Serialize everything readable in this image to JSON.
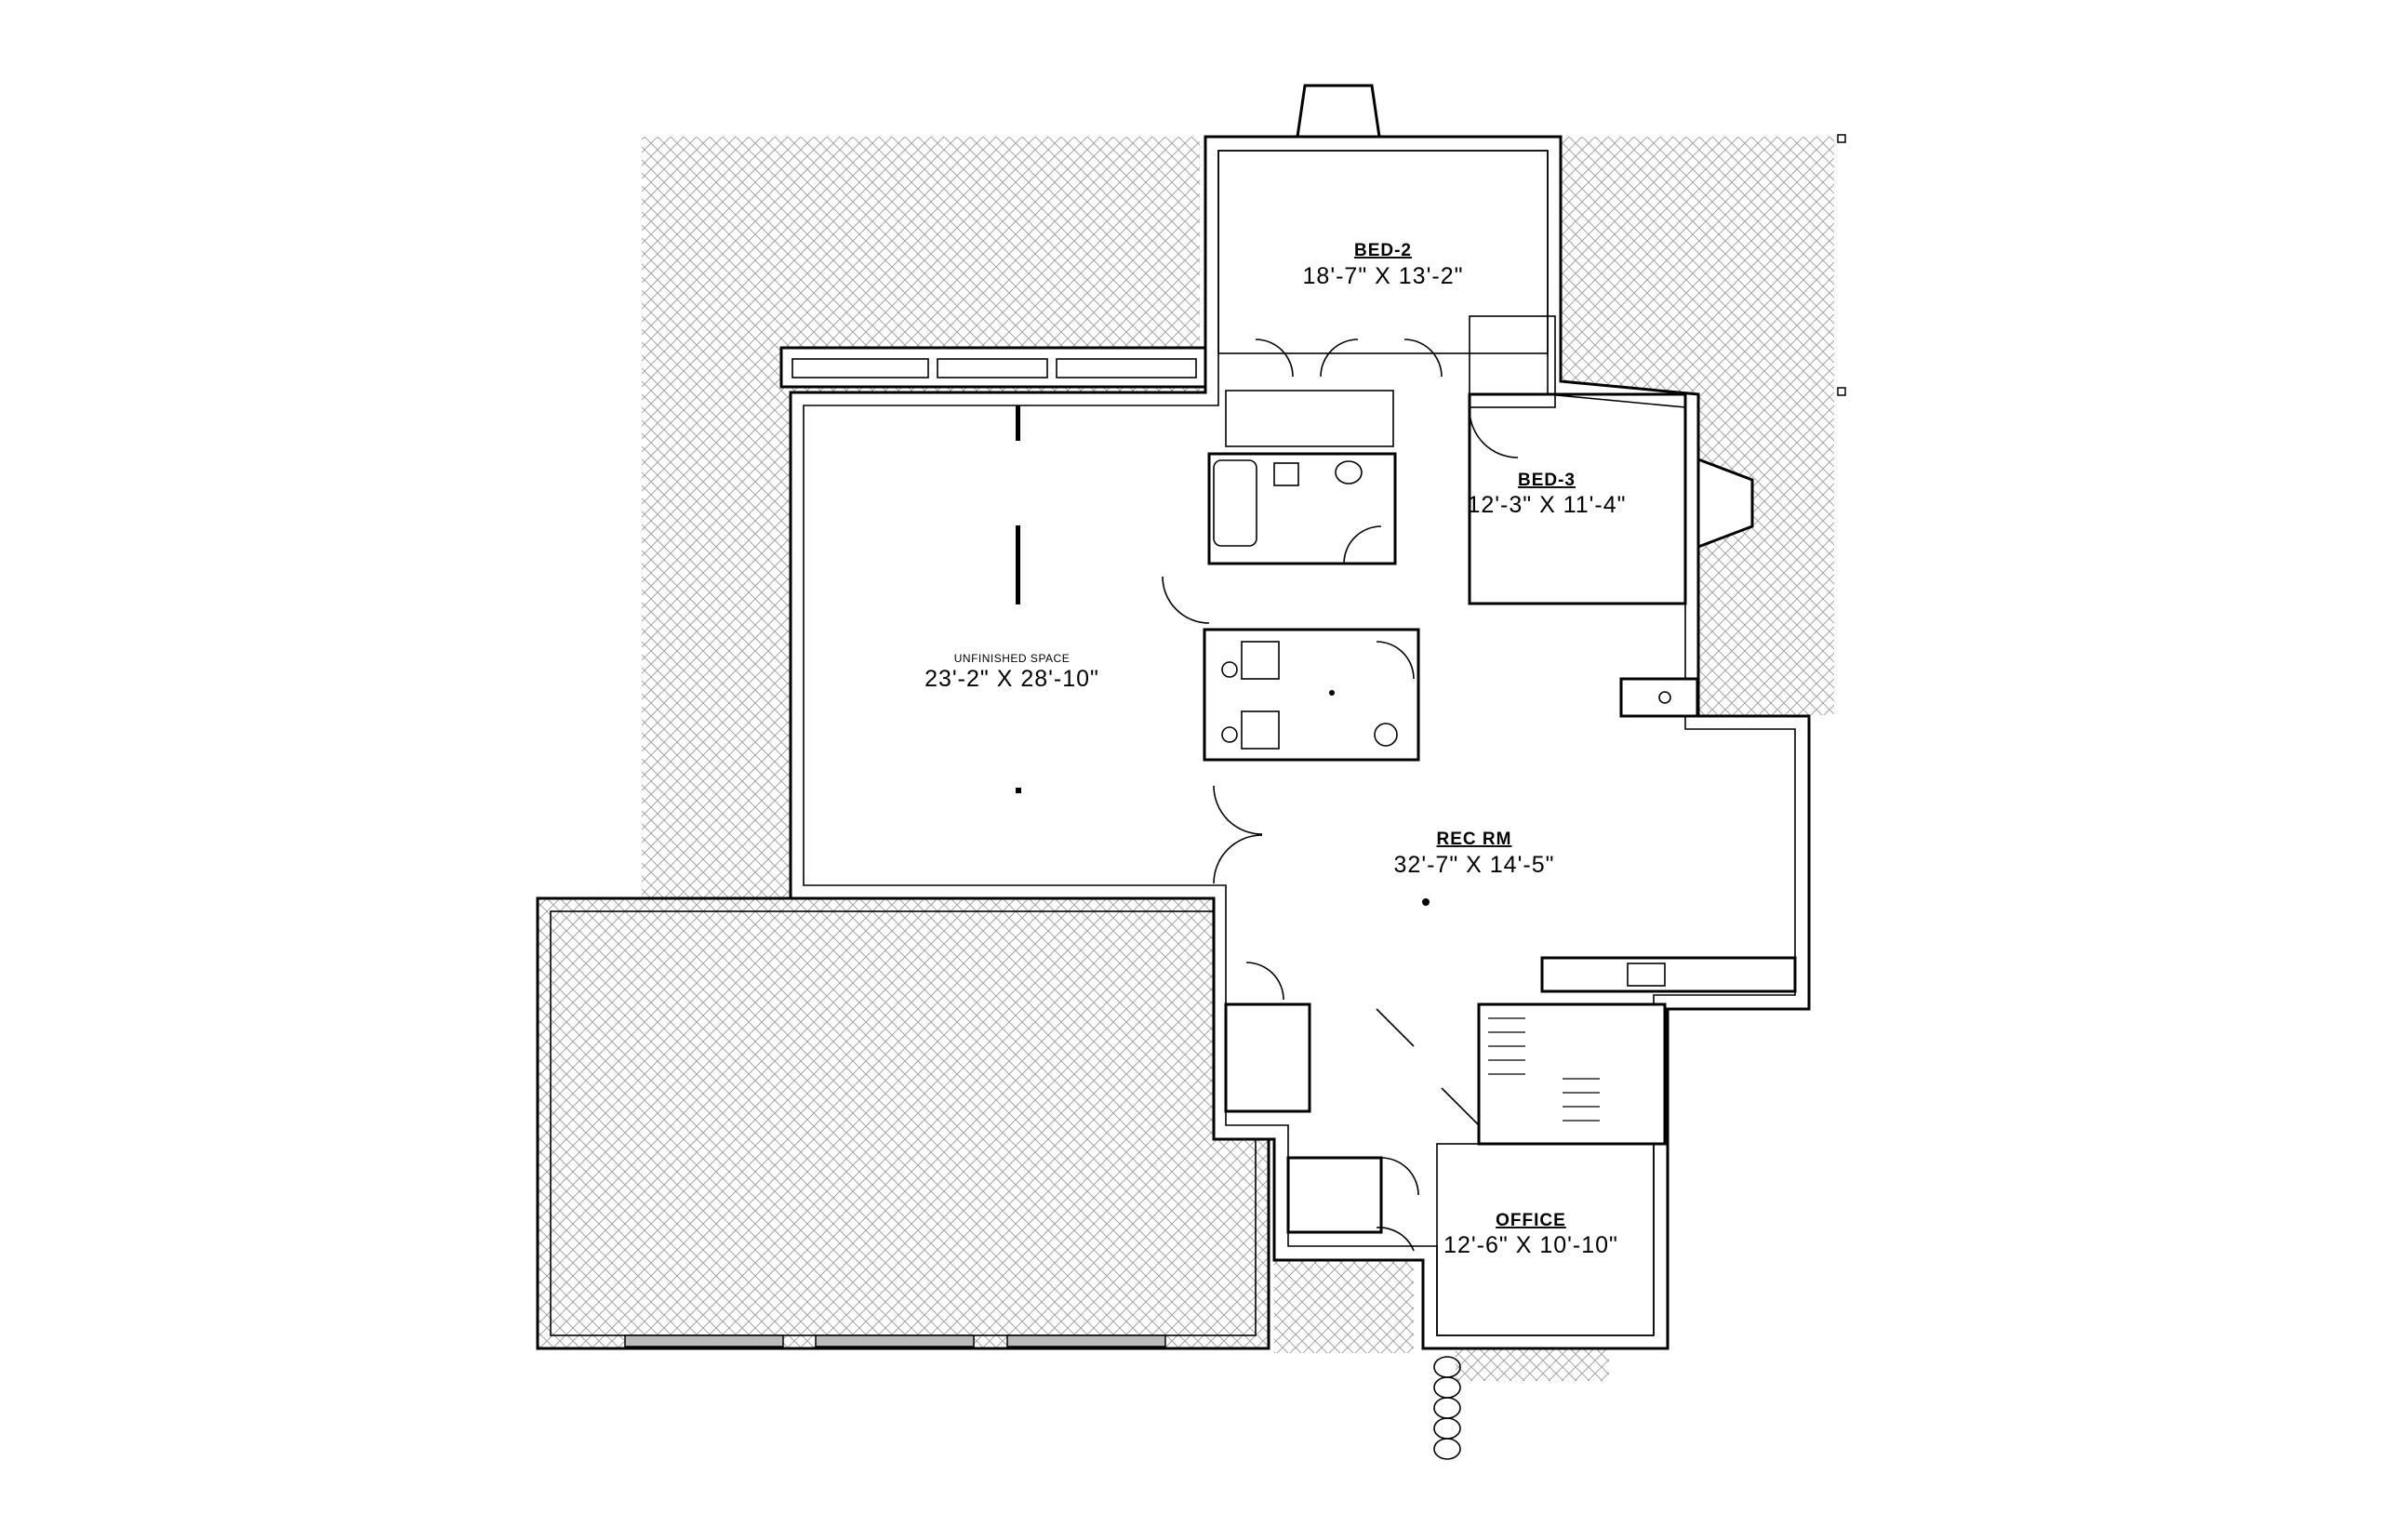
{
  "rooms": {
    "bed2": {
      "title": "BED-2",
      "dims": "18'-7\" X 13'-2\""
    },
    "bed3": {
      "title": "BED-3",
      "dims": "12'-3\" X 11'-4\""
    },
    "unfinished": {
      "title": "UNFINISHED SPACE",
      "dims": "23'-2\" X 28'-10\""
    },
    "rec_rm": {
      "title": "REC RM",
      "dims": "32'-7\" X 14'-5\""
    },
    "office": {
      "title": "OFFICE",
      "dims": "12'-6\" X 10'-10\""
    }
  },
  "colors": {
    "line": "#000000",
    "hatch": "#9a9a9a",
    "background": "#ffffff"
  }
}
